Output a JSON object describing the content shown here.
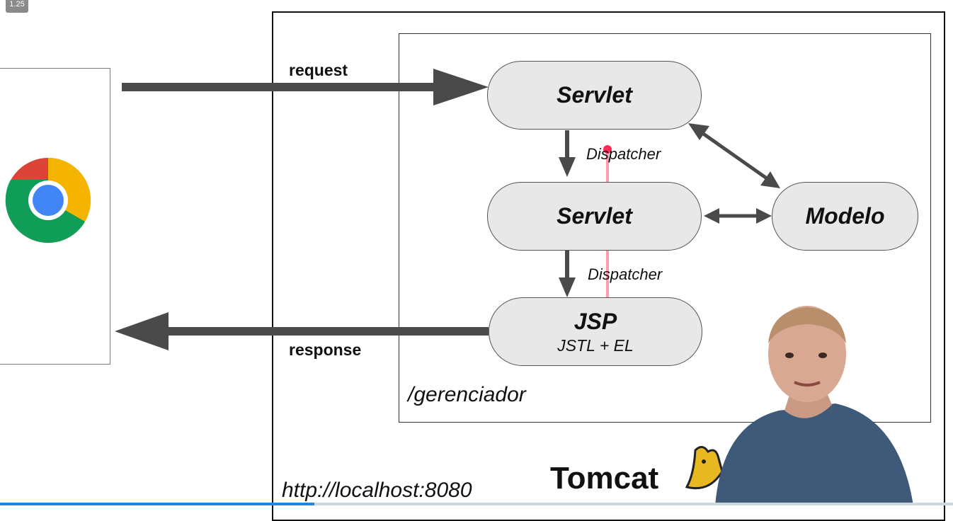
{
  "player": {
    "speed": "1.25",
    "progress": 0.33
  },
  "diagram": {
    "request_label": "request",
    "response_label": "response",
    "servlet_top": "Servlet",
    "servlet_middle": "Servlet",
    "modelo": "Modelo",
    "jsp_title": "JSP",
    "jsp_sub": "JSTL + EL",
    "dispatcher_1": "Dispatcher",
    "dispatcher_2": "Dispatcher",
    "app_context": "/gerenciador",
    "server_url": "http://localhost:8080",
    "server_name": "Tomcat"
  },
  "icons": {
    "browser": "chrome-icon",
    "tomcat_logo": "tomcat-cat-icon"
  },
  "colors": {
    "arrow": "#4a4a4a",
    "node_fill": "#e8e8e8",
    "laser": "#ff4d6d",
    "progress": "#1e88e5"
  }
}
